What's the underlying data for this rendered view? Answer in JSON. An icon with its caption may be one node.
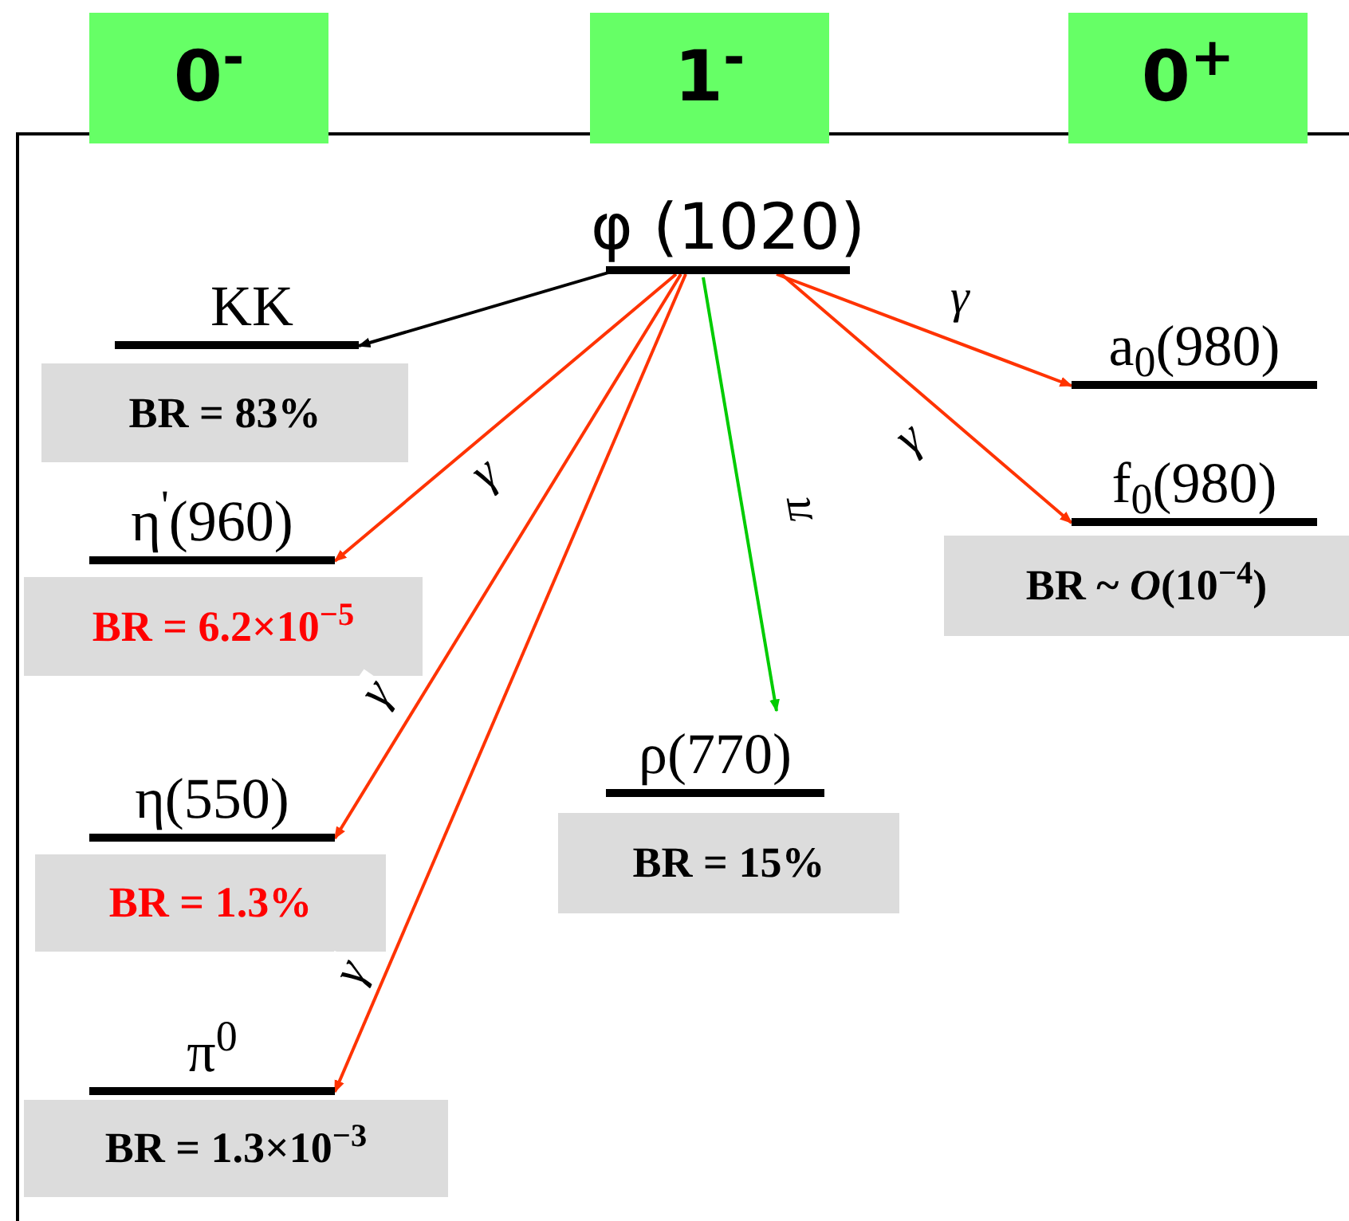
{
  "diagram": {
    "nodes": [
      {
        "text": [
          "0$^{-}$"
        ]
      },
      {
        "text": [
          "1$^{-}$"
        ]
      },
      {
        "text": [
          "0$^{+}$"
        ]
      },
      {
        "text": [
          "φ (1020)"
        ]
      },
      {
        "text": [
          "KK"
        ]
      },
      {
        "text": [
          "BR = 83%"
        ]
      },
      {
        "text": [
          "a$_{0}$(980)"
        ]
      },
      {
        "text": [
          "f$_{0}$(980)"
        ]
      },
      {
        "text": [
          "BR ~ *O*(10$^{−4}$)"
        ]
      },
      {
        "text": [
          "η$^{'}$(960)"
        ]
      },
      {
        "text": [
          "BR = 6.2×10$^{−5}$"
        ]
      },
      {
        "text": [
          "ρ(770)"
        ]
      },
      {
        "text": [
          "BR = 15%"
        ]
      },
      {
        "text": [
          "η(550)"
        ]
      },
      {
        "text": [
          "BR = 1.3%"
        ]
      },
      {
        "text": [
          "π$^{0}$"
        ]
      },
      {
        "text": [
          "BR = 1.3×10$^{−3}$"
        ]
      }
    ],
    "edges": [
      {
        "from": 3,
        "to": 4,
        "arrow": "to",
        "color": "#000000"
      },
      {
        "from": 3,
        "to": 9,
        "arrow": "to",
        "label": "γ"
      },
      {
        "from": 3,
        "to": 13,
        "arrow": "to",
        "label": "γ"
      },
      {
        "from": 3,
        "to": 15,
        "arrow": "to",
        "label": "γ"
      },
      {
        "from": 3,
        "to": 11,
        "arrow": "to",
        "label": "π",
        "color": "#00cc00"
      },
      {
        "from": 3,
        "to": 6,
        "arrow": "to",
        "label": "γ"
      },
      {
        "from": 3,
        "to": 7,
        "arrow": "to",
        "label": "γ"
      }
    ]
  }
}
